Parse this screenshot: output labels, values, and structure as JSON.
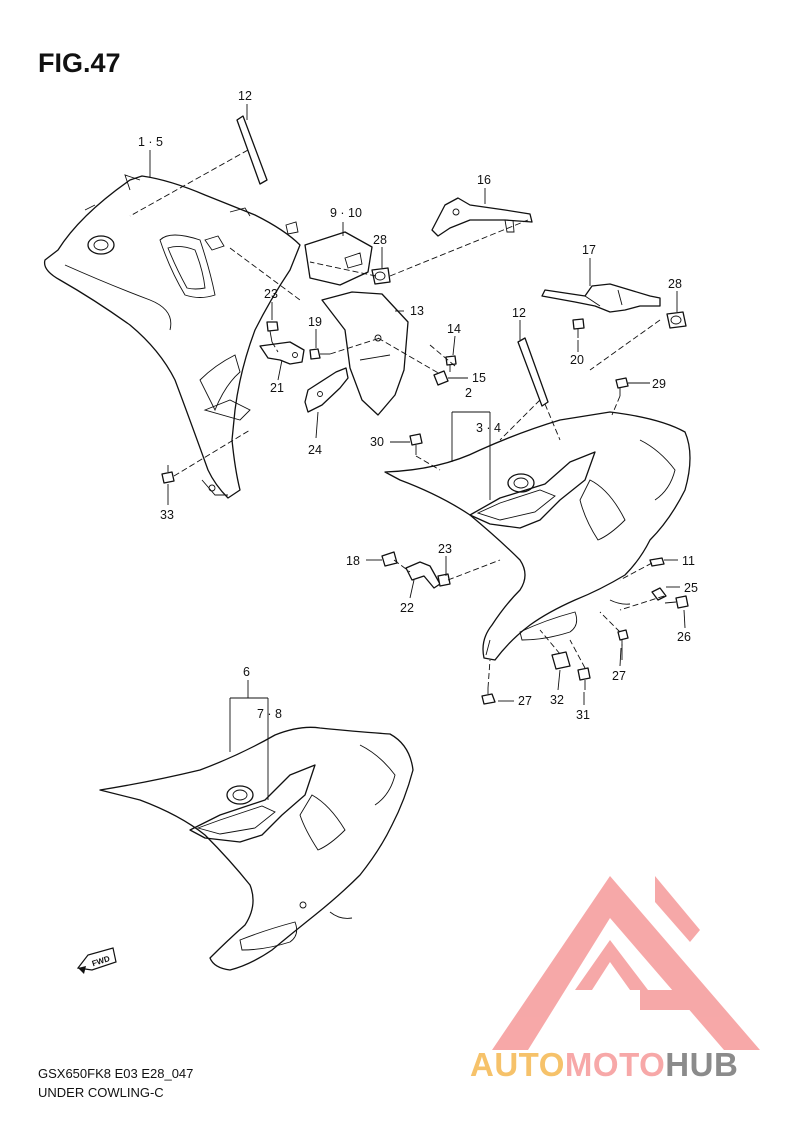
{
  "figure": {
    "title": "FIG.47",
    "code": "GSX650FK8 E03 E28_047",
    "name": "UNDER COWLING-C"
  },
  "watermark": {
    "part1": "AUTO",
    "part2": "MOTO",
    "part3": "HUB",
    "colors": {
      "auto": "#f6c26a",
      "moto": "#f7a8a8",
      "hub": "#8b8b8b",
      "logo": "#f48b8b"
    }
  },
  "fwd_badge": "FWD",
  "callouts": {
    "c12a": "12",
    "c1_5": "1 · 5",
    "c16": "16",
    "c9_10": "9 · 10",
    "c28a": "28",
    "c17": "17",
    "c28b": "28",
    "c23a": "23",
    "c13": "13",
    "c19": "19",
    "c14": "14",
    "c12b": "12",
    "c20": "20",
    "c29": "29",
    "c21": "21",
    "c15": "15",
    "c2": "2",
    "c3_4": "3 · 4",
    "c24": "24",
    "c30": "30",
    "c33": "33",
    "c23b": "23",
    "c18": "18",
    "c11": "11",
    "c25": "25",
    "c22": "22",
    "c26": "26",
    "c27a": "27",
    "c6": "6",
    "c7_8": "7 · 8",
    "c32": "32",
    "c27b": "27",
    "c31": "31"
  }
}
